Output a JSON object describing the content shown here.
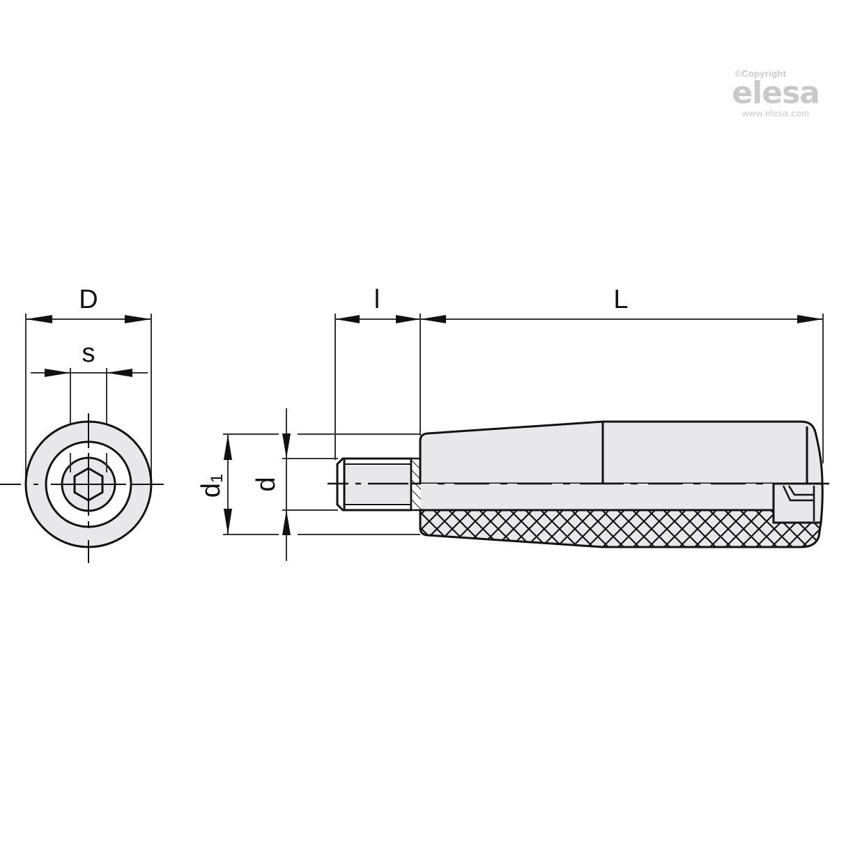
{
  "watermark": {
    "copyright": "©Copyright",
    "brand": "elesa",
    "url": "www.elesa.com",
    "color": "#c9c9c9"
  },
  "dimensions": {
    "D": "D",
    "s": "s",
    "l": "l",
    "L": "L",
    "d1": "d1",
    "d1_sub": "1",
    "d1_main": "d",
    "d": "d"
  },
  "views": {
    "end_view": "end-view-hex-socket",
    "side_view": "side-view-cylindrical-handle-with-threaded-stud"
  },
  "colors": {
    "line": "#111111",
    "fill": "#e8e8ea",
    "background": "#ffffff"
  }
}
